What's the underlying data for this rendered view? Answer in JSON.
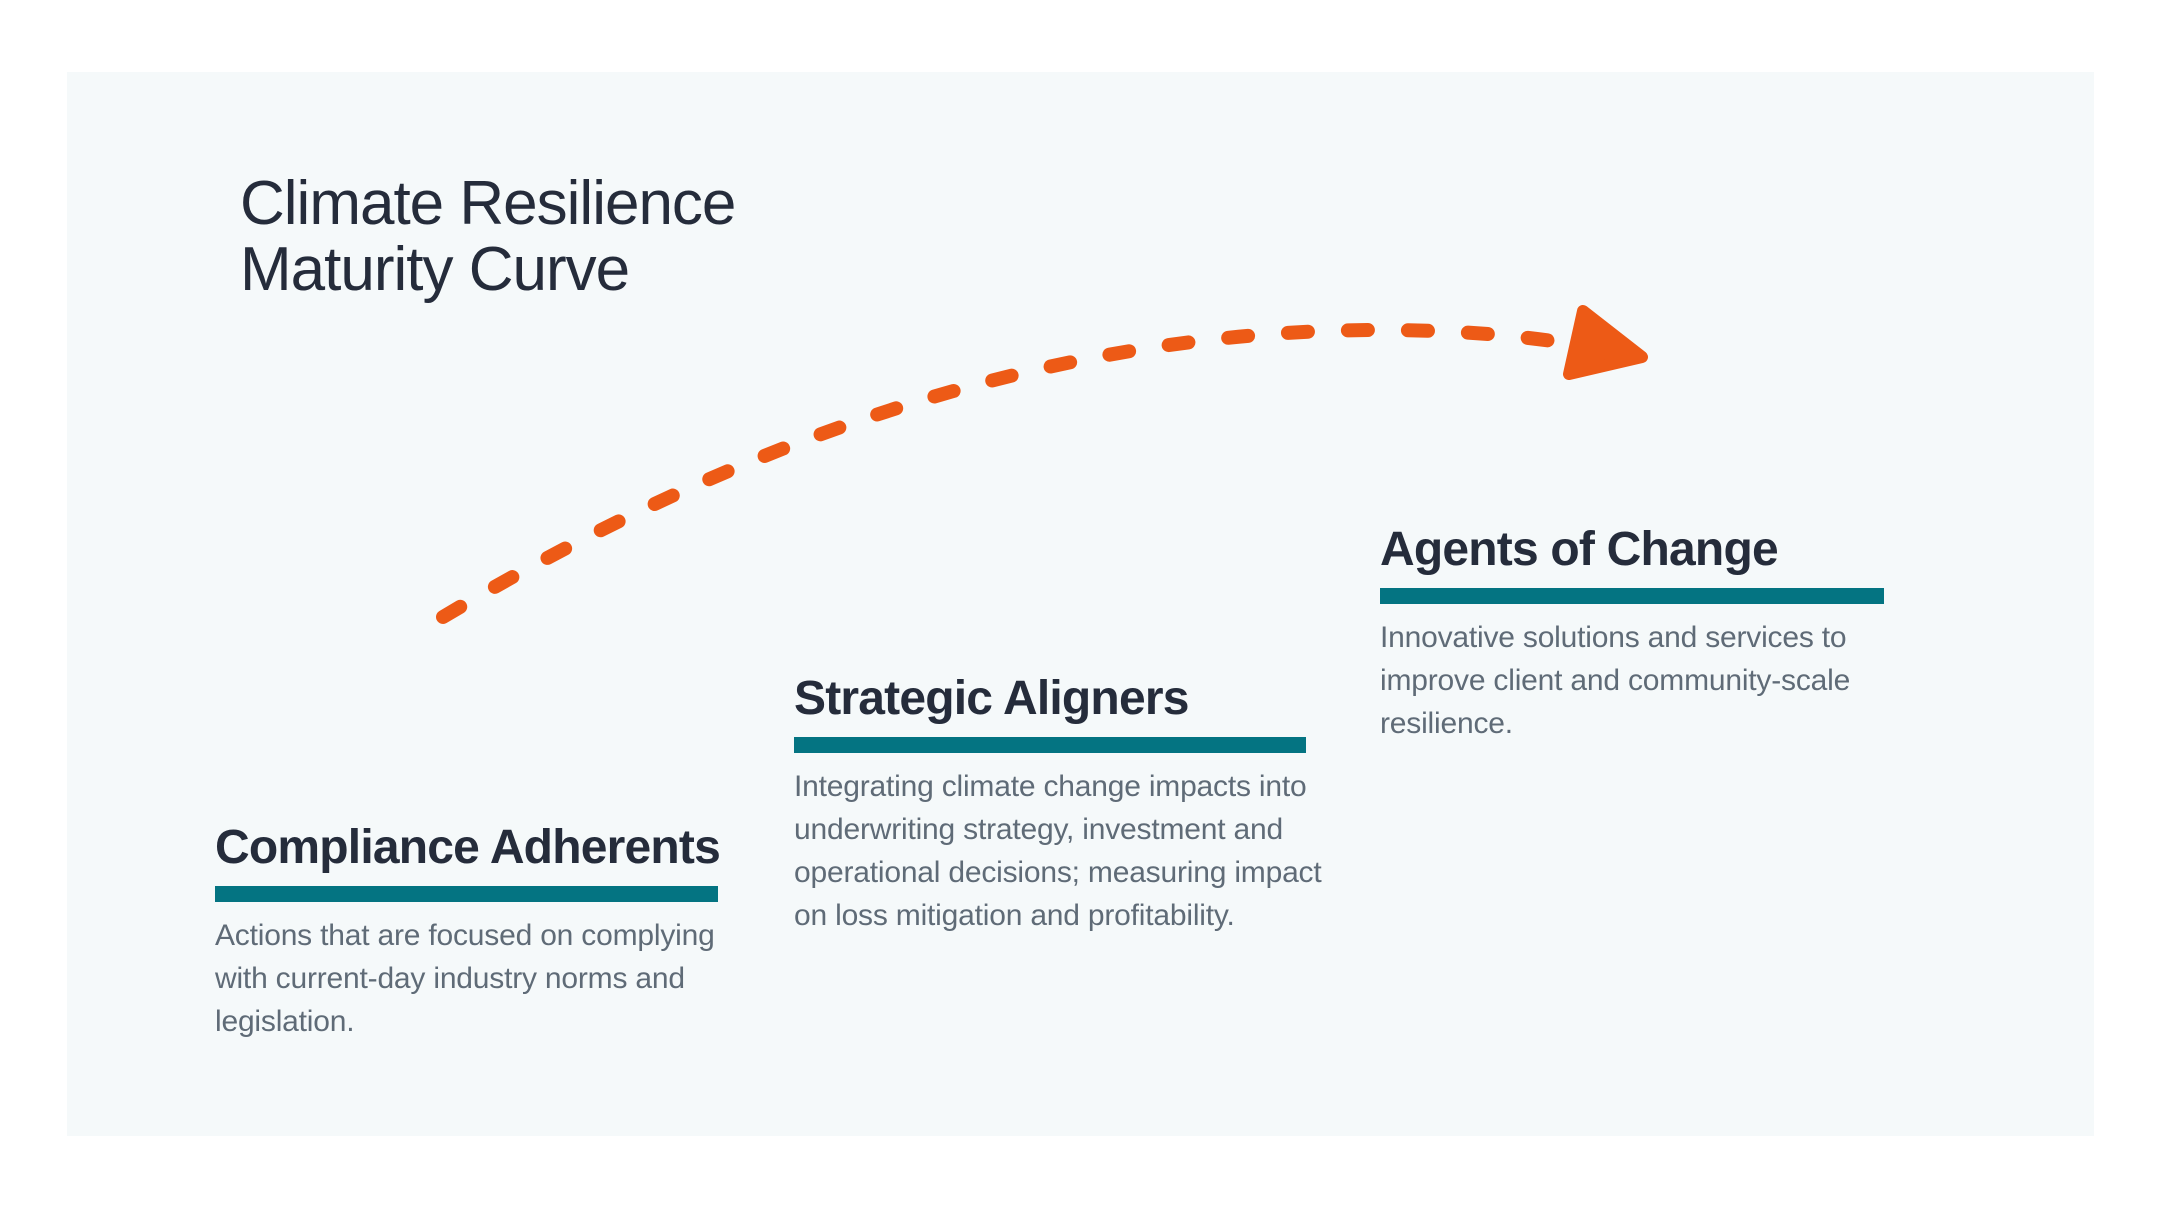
{
  "title": {
    "lines": [
      "Climate Resilience",
      "Maturity Curve"
    ]
  },
  "arrow": {
    "icon": "dashed-ascending-curve-arrow",
    "direction": "up-right"
  },
  "stages": [
    {
      "name": "Compliance Adherents",
      "description_lines": [
        "Actions that are focused on complying",
        "with current-day industry norms and",
        "legislation."
      ]
    },
    {
      "name": "Strategic Aligners",
      "description_lines": [
        "Integrating climate change impacts into",
        "underwriting strategy, investment and",
        "operational decisions; measuring impact",
        "on loss mitigation and profitability."
      ]
    },
    {
      "name": "Agents of Change",
      "description_lines": [
        "Innovative solutions and services to",
        "improve client and community-scale",
        "resilience."
      ]
    }
  ],
  "colors": {
    "page_background": "#ffffff",
    "panel_background": "#f5f9fa",
    "heading_text": "#252c3b",
    "body_text": "#5f6b77",
    "accent_teal": "#047482",
    "accent_orange": "#ed5a16"
  }
}
